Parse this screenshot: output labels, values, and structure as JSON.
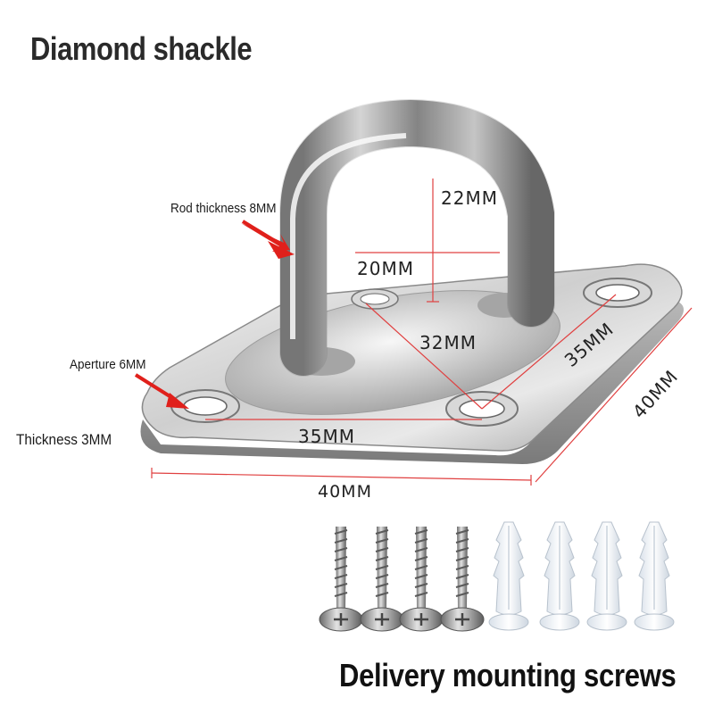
{
  "title": "Diamond shackle",
  "labels": {
    "rod_thickness": "Rod thickness 8MM",
    "aperture": "Aperture 6MM",
    "thickness": "Thickness 3MM",
    "arch_height": "22MM",
    "arch_inner_width": "20MM",
    "center_span": "32MM",
    "hole_spacing_side": "35MM",
    "side_length": "40MM",
    "hole_spacing_bottom": "35MM",
    "bottom_length": "40MM"
  },
  "caption": "Delivery mounting screws",
  "colors": {
    "arrow": "#e0201b",
    "dimension_line": "#e04040",
    "steel_light": "#e8e8e8",
    "steel_dark": "#6e6e6e",
    "anchor_plug": "#f3f6fa"
  },
  "accessories": {
    "screw_count": 4,
    "anchor_count": 4
  }
}
